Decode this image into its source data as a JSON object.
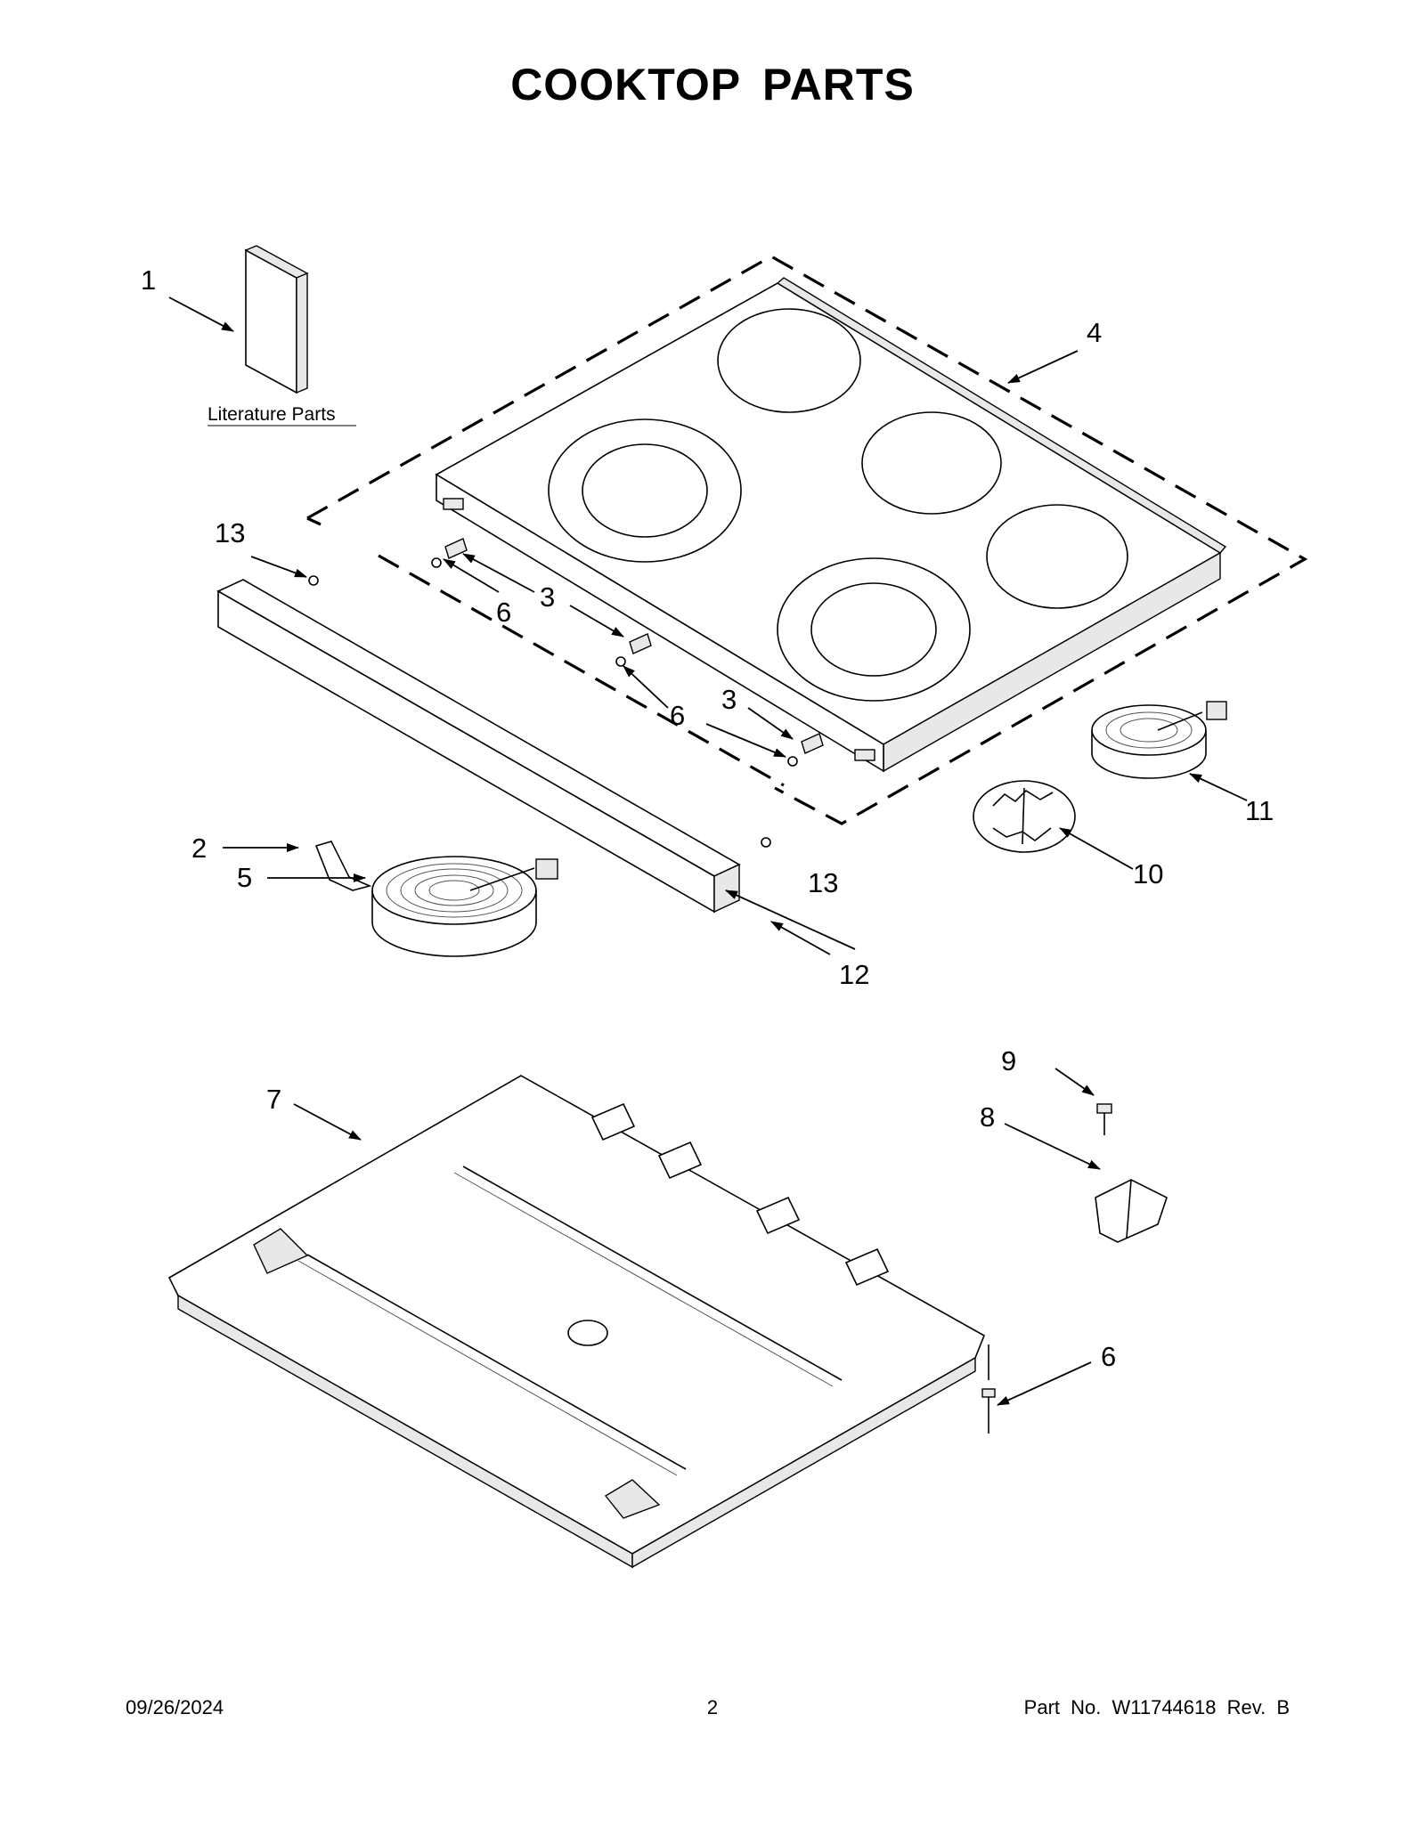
{
  "page": {
    "title": "COOKTOP PARTS",
    "footer": {
      "date": "09/26/2024",
      "page_number": "2",
      "part_number": "Part No.  W11744618  Rev.  B"
    }
  },
  "diagram": {
    "literature_label": "Literature Parts",
    "callouts": [
      {
        "id": "c1",
        "text": "1"
      },
      {
        "id": "c2",
        "text": "2"
      },
      {
        "id": "c3a",
        "text": "3"
      },
      {
        "id": "c3b",
        "text": "3"
      },
      {
        "id": "c4",
        "text": "4"
      },
      {
        "id": "c5",
        "text": "5"
      },
      {
        "id": "c6a",
        "text": "6"
      },
      {
        "id": "c6b",
        "text": "6"
      },
      {
        "id": "c6c",
        "text": "6"
      },
      {
        "id": "c7",
        "text": "7"
      },
      {
        "id": "c8",
        "text": "8"
      },
      {
        "id": "c9",
        "text": "9"
      },
      {
        "id": "c10",
        "text": "10"
      },
      {
        "id": "c11",
        "text": "11"
      },
      {
        "id": "c12",
        "text": "12"
      },
      {
        "id": "c13a",
        "text": "13"
      },
      {
        "id": "c13b",
        "text": "13"
      }
    ]
  }
}
